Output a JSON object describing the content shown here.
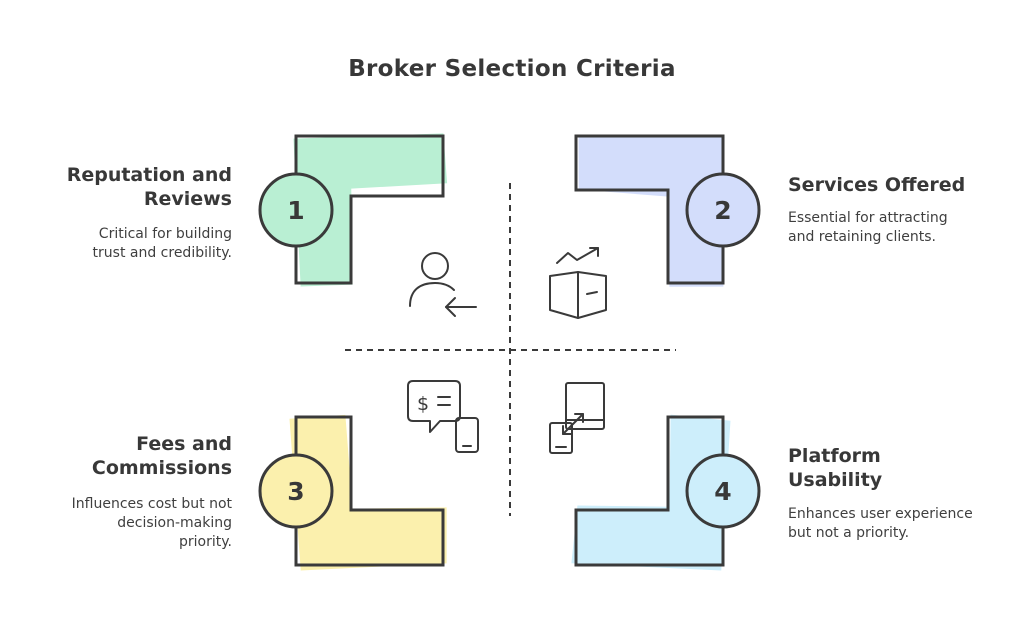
{
  "title": "Broker Selection Criteria",
  "quadrants": [
    {
      "number": "1",
      "heading_line1": "Reputation and",
      "heading_line2": "Reviews",
      "desc_line1": "Critical for building",
      "desc_line2": "trust and credibility.",
      "desc_line3": "",
      "color": "#b9efd3",
      "icon": "user-arrow-icon"
    },
    {
      "number": "2",
      "heading_line1": "Services Offered",
      "heading_line2": "",
      "desc_line1": "Essential for attracting",
      "desc_line2": "and retaining clients.",
      "desc_line3": "",
      "color": "#d3ddfb",
      "icon": "book-trend-icon"
    },
    {
      "number": "3",
      "heading_line1": "Fees and",
      "heading_line2": "Commissions",
      "desc_line1": "Influences cost but not",
      "desc_line2": "decision-making",
      "desc_line3": "priority.",
      "color": "#fbf0ad",
      "icon": "dollar-chat-phone-icon"
    },
    {
      "number": "4",
      "heading_line1": "Platform",
      "heading_line2": "Usability",
      "desc_line1": "Enhances user experience",
      "desc_line2": "but not a priority.",
      "desc_line3": "",
      "color": "#cdeefb",
      "icon": "device-transfer-icon"
    }
  ]
}
